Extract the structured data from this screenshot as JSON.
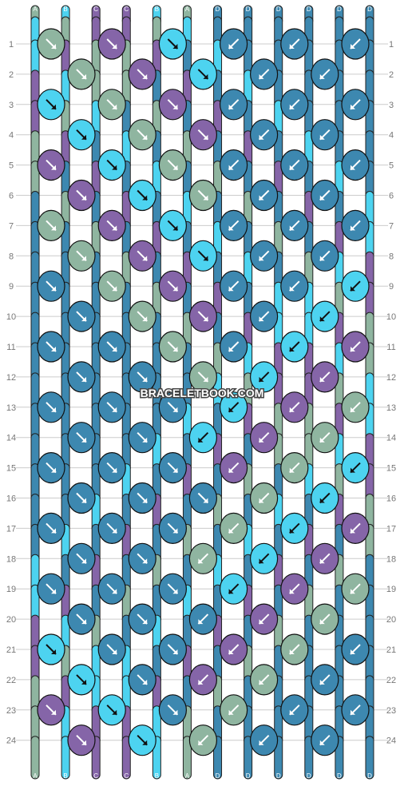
{
  "watermark": "BRACELETBOOK.COM",
  "colors": {
    "A": "#8fb5a0",
    "B": "#4dd3f0",
    "C": "#8565a8",
    "D": "#3d88b0",
    "line": "#cccccc",
    "outline": "#111111",
    "rownum": "#777777"
  },
  "strands_top": [
    "A",
    "B",
    "C",
    "C",
    "B",
    "A",
    "D",
    "D",
    "D",
    "D",
    "D",
    "D"
  ],
  "strands_bottom": [
    "A",
    "B",
    "C",
    "C",
    "B",
    "A",
    "D",
    "D",
    "D",
    "D",
    "D",
    "D"
  ],
  "row_numbers": [
    "1",
    "2",
    "3",
    "4",
    "5",
    "6",
    "7",
    "8",
    "9",
    "10",
    "11",
    "12",
    "13",
    "14",
    "15",
    "16",
    "17",
    "18",
    "19",
    "20",
    "21",
    "22",
    "23",
    "24"
  ],
  "rows": [
    [
      {
        "c": "A",
        "d": "R"
      },
      {
        "c": "C",
        "d": "R"
      },
      {
        "c": "B",
        "d": "R"
      },
      {
        "c": "D",
        "d": "L"
      },
      {
        "c": "D",
        "d": "L"
      },
      {
        "c": "D",
        "d": "L"
      }
    ],
    [
      {
        "c": "A",
        "d": "R"
      },
      {
        "c": "C",
        "d": "R"
      },
      {
        "c": "B",
        "d": "R"
      },
      {
        "c": "D",
        "d": "L"
      },
      {
        "c": "D",
        "d": "L"
      }
    ],
    [
      {
        "c": "B",
        "d": "R"
      },
      {
        "c": "A",
        "d": "R"
      },
      {
        "c": "C",
        "d": "R"
      },
      {
        "c": "D",
        "d": "L"
      },
      {
        "c": "D",
        "d": "L"
      },
      {
        "c": "D",
        "d": "L"
      }
    ],
    [
      {
        "c": "B",
        "d": "R"
      },
      {
        "c": "A",
        "d": "R"
      },
      {
        "c": "C",
        "d": "R"
      },
      {
        "c": "D",
        "d": "L"
      },
      {
        "c": "D",
        "d": "L"
      }
    ],
    [
      {
        "c": "C",
        "d": "R"
      },
      {
        "c": "B",
        "d": "R"
      },
      {
        "c": "A",
        "d": "R"
      },
      {
        "c": "D",
        "d": "L"
      },
      {
        "c": "D",
        "d": "L"
      },
      {
        "c": "D",
        "d": "L"
      }
    ],
    [
      {
        "c": "C",
        "d": "R"
      },
      {
        "c": "B",
        "d": "R"
      },
      {
        "c": "A",
        "d": "R"
      },
      {
        "c": "D",
        "d": "L"
      },
      {
        "c": "D",
        "d": "L"
      }
    ],
    [
      {
        "c": "A",
        "d": "R"
      },
      {
        "c": "C",
        "d": "R"
      },
      {
        "c": "B",
        "d": "R"
      },
      {
        "c": "D",
        "d": "L"
      },
      {
        "c": "D",
        "d": "L"
      },
      {
        "c": "D",
        "d": "L"
      }
    ],
    [
      {
        "c": "A",
        "d": "R"
      },
      {
        "c": "C",
        "d": "R"
      },
      {
        "c": "B",
        "d": "R"
      },
      {
        "c": "D",
        "d": "L"
      },
      {
        "c": "D",
        "d": "L"
      }
    ],
    [
      {
        "c": "D",
        "d": "R"
      },
      {
        "c": "A",
        "d": "R"
      },
      {
        "c": "C",
        "d": "R"
      },
      {
        "c": "D",
        "d": "L"
      },
      {
        "c": "D",
        "d": "L"
      },
      {
        "c": "B",
        "d": "L"
      }
    ],
    [
      {
        "c": "D",
        "d": "R"
      },
      {
        "c": "A",
        "d": "R"
      },
      {
        "c": "C",
        "d": "R"
      },
      {
        "c": "D",
        "d": "L"
      },
      {
        "c": "B",
        "d": "L"
      }
    ],
    [
      {
        "c": "D",
        "d": "R"
      },
      {
        "c": "D",
        "d": "R"
      },
      {
        "c": "A",
        "d": "R"
      },
      {
        "c": "D",
        "d": "L"
      },
      {
        "c": "B",
        "d": "L"
      },
      {
        "c": "C",
        "d": "L"
      }
    ],
    [
      {
        "c": "D",
        "d": "R"
      },
      {
        "c": "D",
        "d": "R"
      },
      {
        "c": "A",
        "d": "R"
      },
      {
        "c": "B",
        "d": "L"
      },
      {
        "c": "C",
        "d": "L"
      }
    ],
    [
      {
        "c": "D",
        "d": "R"
      },
      {
        "c": "D",
        "d": "R"
      },
      {
        "c": "D",
        "d": "R"
      },
      {
        "c": "B",
        "d": "L"
      },
      {
        "c": "C",
        "d": "L"
      },
      {
        "c": "A",
        "d": "L"
      }
    ],
    [
      {
        "c": "D",
        "d": "R"
      },
      {
        "c": "D",
        "d": "R"
      },
      {
        "c": "B",
        "d": "L"
      },
      {
        "c": "C",
        "d": "L"
      },
      {
        "c": "A",
        "d": "L"
      }
    ],
    [
      {
        "c": "D",
        "d": "R"
      },
      {
        "c": "D",
        "d": "R"
      },
      {
        "c": "D",
        "d": "R"
      },
      {
        "c": "C",
        "d": "L"
      },
      {
        "c": "A",
        "d": "L"
      },
      {
        "c": "B",
        "d": "L"
      }
    ],
    [
      {
        "c": "D",
        "d": "R"
      },
      {
        "c": "D",
        "d": "R"
      },
      {
        "c": "D",
        "d": "R"
      },
      {
        "c": "A",
        "d": "L"
      },
      {
        "c": "B",
        "d": "L"
      }
    ],
    [
      {
        "c": "D",
        "d": "R"
      },
      {
        "c": "D",
        "d": "R"
      },
      {
        "c": "D",
        "d": "R"
      },
      {
        "c": "A",
        "d": "L"
      },
      {
        "c": "B",
        "d": "L"
      },
      {
        "c": "C",
        "d": "L"
      }
    ],
    [
      {
        "c": "D",
        "d": "R"
      },
      {
        "c": "D",
        "d": "R"
      },
      {
        "c": "A",
        "d": "L"
      },
      {
        "c": "B",
        "d": "L"
      },
      {
        "c": "C",
        "d": "L"
      }
    ],
    [
      {
        "c": "D",
        "d": "R"
      },
      {
        "c": "D",
        "d": "R"
      },
      {
        "c": "D",
        "d": "R"
      },
      {
        "c": "B",
        "d": "L"
      },
      {
        "c": "C",
        "d": "L"
      },
      {
        "c": "A",
        "d": "L"
      }
    ],
    [
      {
        "c": "D",
        "d": "R"
      },
      {
        "c": "D",
        "d": "R"
      },
      {
        "c": "D",
        "d": "L"
      },
      {
        "c": "C",
        "d": "L"
      },
      {
        "c": "A",
        "d": "L"
      }
    ],
    [
      {
        "c": "B",
        "d": "R"
      },
      {
        "c": "D",
        "d": "R"
      },
      {
        "c": "D",
        "d": "R"
      },
      {
        "c": "C",
        "d": "L"
      },
      {
        "c": "A",
        "d": "L"
      },
      {
        "c": "D",
        "d": "L"
      }
    ],
    [
      {
        "c": "B",
        "d": "R"
      },
      {
        "c": "D",
        "d": "R"
      },
      {
        "c": "C",
        "d": "L"
      },
      {
        "c": "A",
        "d": "L"
      },
      {
        "c": "D",
        "d": "L"
      }
    ],
    [
      {
        "c": "C",
        "d": "R"
      },
      {
        "c": "B",
        "d": "R"
      },
      {
        "c": "D",
        "d": "R"
      },
      {
        "c": "A",
        "d": "L"
      },
      {
        "c": "D",
        "d": "L"
      },
      {
        "c": "D",
        "d": "L"
      }
    ],
    [
      {
        "c": "C",
        "d": "R"
      },
      {
        "c": "B",
        "d": "R"
      },
      {
        "c": "A",
        "d": "L"
      },
      {
        "c": "D",
        "d": "L"
      },
      {
        "c": "D",
        "d": "L"
      }
    ]
  ]
}
